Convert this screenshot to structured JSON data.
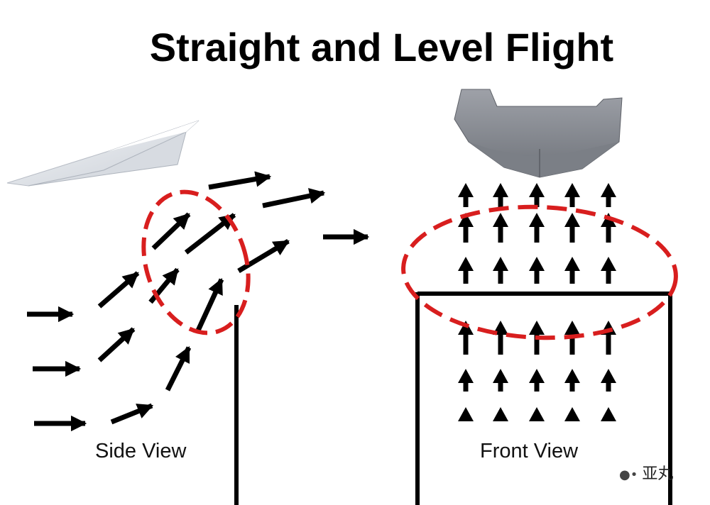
{
  "title": "Straight and Level Flight",
  "panels": {
    "side": {
      "label": "Side View"
    },
    "front": {
      "label": "Front View"
    }
  },
  "watermark": {
    "icon": "wechat-icon",
    "text": "亚丸"
  },
  "colors": {
    "arrow": "#000000",
    "highlight": "#d81e1e",
    "plane_side": "#e8ebef",
    "plane_front": "#8d9097"
  }
}
